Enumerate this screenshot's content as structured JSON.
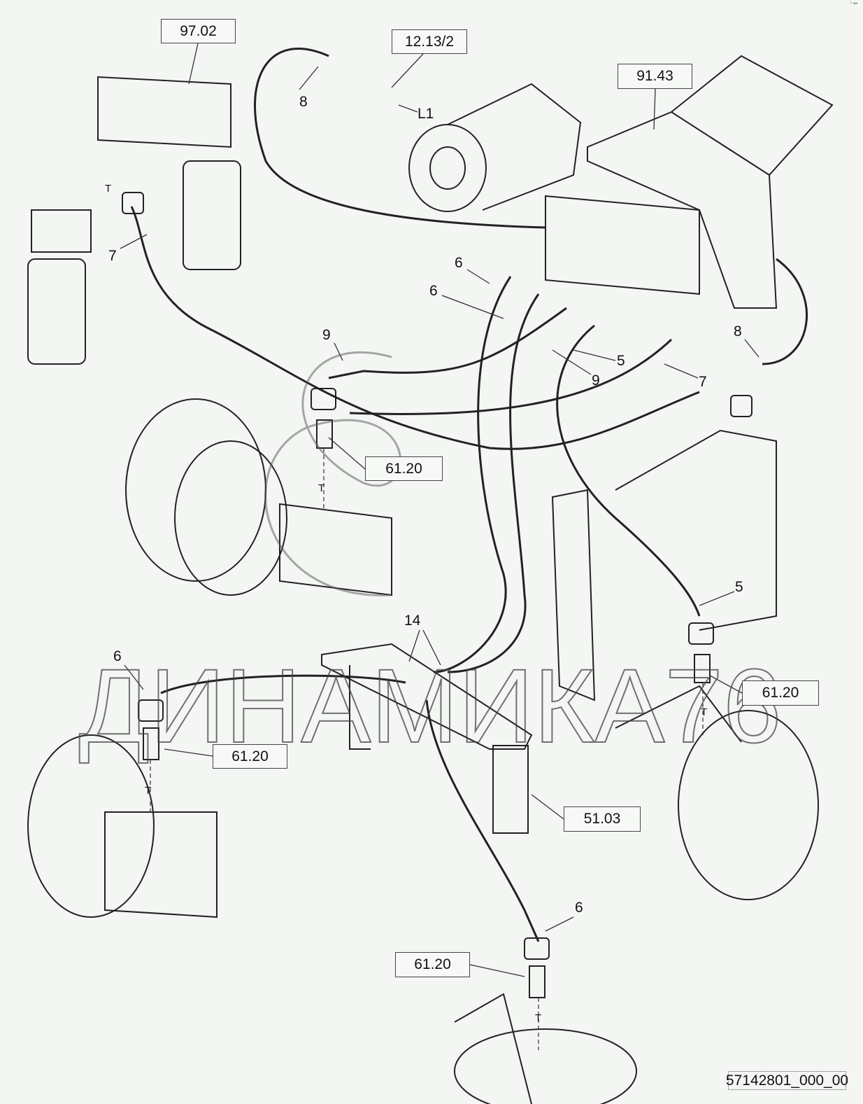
{
  "corner_mark": "° •••",
  "drawing_id": "57142801_000_00",
  "watermark": "ДИНАМИКА76",
  "references": [
    {
      "id": "ref-97-02",
      "label": "97.02"
    },
    {
      "id": "ref-12-13-2",
      "label": "12.13/2"
    },
    {
      "id": "ref-91-43",
      "label": "91.43"
    },
    {
      "id": "ref-61-20-a",
      "label": "61.20"
    },
    {
      "id": "ref-61-20-b",
      "label": "61.20"
    },
    {
      "id": "ref-61-20-c",
      "label": "61.20"
    },
    {
      "id": "ref-51-03",
      "label": "51.03"
    },
    {
      "id": "ref-61-20-d",
      "label": "61.20"
    }
  ],
  "callouts": [
    "8",
    "L1",
    "T",
    "7",
    "6",
    "6",
    "9",
    "5",
    "9",
    "7",
    "8",
    "T",
    "5",
    "14",
    "6",
    "T",
    "T",
    "6",
    "T"
  ]
}
